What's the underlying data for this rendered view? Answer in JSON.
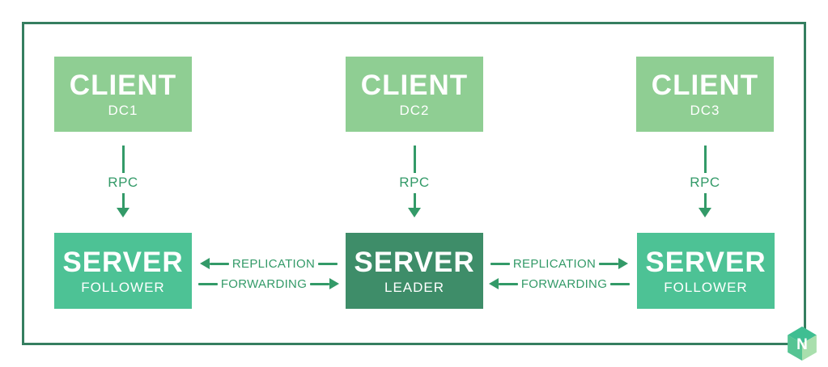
{
  "colors": {
    "client_box": "#8FCE93",
    "follower_box": "#4DC295",
    "leader_box": "#3E8D69",
    "arrow": "#339A68",
    "frame": "#357E60",
    "box_text": "#FFFFFF",
    "logo_top": "#3FBE92",
    "logo_left": "#55C493",
    "logo_right": "#A9DFAD"
  },
  "clients": [
    {
      "title": "CLIENT",
      "subtitle": "DC1",
      "rpc_label": "RPC"
    },
    {
      "title": "CLIENT",
      "subtitle": "DC2",
      "rpc_label": "RPC"
    },
    {
      "title": "CLIENT",
      "subtitle": "DC3",
      "rpc_label": "RPC"
    }
  ],
  "servers": [
    {
      "title": "SERVER",
      "subtitle": "FOLLOWER",
      "role": "follower"
    },
    {
      "title": "SERVER",
      "subtitle": "LEADER",
      "role": "leader"
    },
    {
      "title": "SERVER",
      "subtitle": "FOLLOWER",
      "role": "follower"
    }
  ],
  "connectors": {
    "left_gap": [
      {
        "label": "REPLICATION",
        "direction": "left"
      },
      {
        "label": "FORWARDING",
        "direction": "right"
      }
    ],
    "right_gap": [
      {
        "label": "REPLICATION",
        "direction": "right"
      },
      {
        "label": "FORWARDING",
        "direction": "left"
      }
    ]
  },
  "logo": {
    "icon": "nomad-cube-icon",
    "letter": "N"
  }
}
